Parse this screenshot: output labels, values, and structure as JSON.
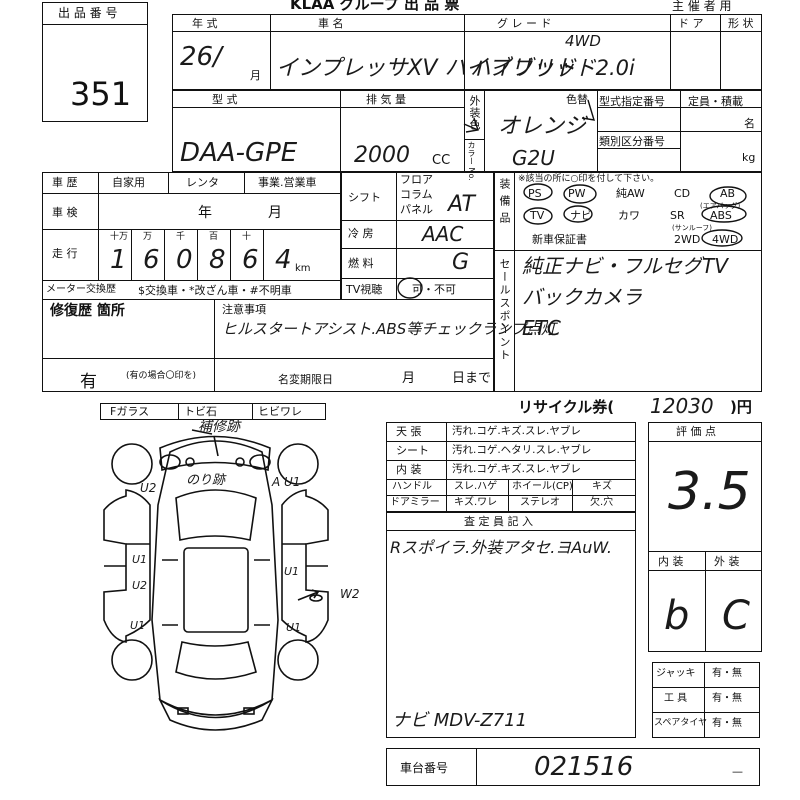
{
  "header": {
    "lot_label": "出 品 番 号",
    "lot_number": "351",
    "auction_name": "KLAA グループ 出 品 票",
    "organizer_label": "主 催 者 用",
    "year_label": "年 式",
    "name_label": "車 名",
    "grade_label": "グ レ ー ド",
    "door_label": "ド ア",
    "body_label": "形 状",
    "month_suffix": "月"
  },
  "vehicle": {
    "year": "26/",
    "name": "インプレッサXV ハイブリッド",
    "grade": "ハイブリッド2.0i",
    "drive_note": "4WD",
    "model_label": "型 式",
    "model": "DAA-GPE",
    "displacement_label": "排 気 量",
    "displacement": "2000",
    "cc_unit": "CC",
    "color_label": "色替",
    "color": "オレンジ",
    "color_no_label": "カラー No.",
    "color_code": "G2U",
    "exterior_label": "外装色",
    "type_spec_label": "型式指定番号",
    "class_label": "類別区分番号",
    "capacity_label": "定員・積載",
    "persons_unit": "名",
    "kg_unit": "kg"
  },
  "history": {
    "history_label": "車 歴",
    "private_label": "自家用",
    "rental_label": "レンタ",
    "business_label": "事業.営業車",
    "inspection_label": "車 検",
    "year_unit": "年",
    "month_unit": "月",
    "mileage_label": "走 行",
    "digit_labels": [
      "十万",
      "万",
      "千",
      "百",
      "十",
      ""
    ],
    "mileage_digits": [
      "1",
      "6",
      "0",
      "8",
      "6",
      "4"
    ],
    "km_unit": "km",
    "meter_label": "メーター交換歴",
    "meter_options": "$交換車・*改ざん車・#不明車"
  },
  "specs": {
    "shift_label": "シフト",
    "shift_options": [
      "フロア",
      "コラム",
      "パネル"
    ],
    "shift": "AT",
    "ac_label": "冷 房",
    "ac": "AAC",
    "fuel_label": "燃 料",
    "fuel": "G",
    "tv_label": "TV視聴",
    "tv_options": "可・不可"
  },
  "equipment": {
    "label": "装備品",
    "note": "※該当の所に○印を付して下さい。",
    "row1": [
      "PS",
      "PW",
      "純AW",
      "CD",
      "AB"
    ],
    "row1_sub": "(エアバッグ)",
    "row2": [
      "TV",
      "ナビ",
      "カワ",
      "SR",
      "ABS"
    ],
    "row2_sub": "(サンルーフ)",
    "row3": [
      "新車保証書",
      "2WD",
      "4WD"
    ],
    "sales_label": "セールスポイント",
    "sales_points": [
      "純正ナビ・フルセグTV",
      "バックカメラ",
      "ETC"
    ]
  },
  "repair": {
    "label": "修復歴 箇所",
    "notes_label": "注意事項",
    "notes": "ヒルスタートアシスト.ABS等チェックランプ点灯",
    "present": "有",
    "circle_note": "(有の場合〇印を)",
    "transfer_label": "名変期限日",
    "month_unit": "月",
    "day_until": "日まで"
  },
  "glass": {
    "label": "Fガラス",
    "options": [
      "トビ石",
      "ヒビワレ"
    ]
  },
  "diagram_notes": {
    "repair_mark": "補修跡",
    "glue": "のり跡",
    "a1": "A U1",
    "left_u2_front": "U2",
    "left_u1": "U1",
    "left_u2": "U2",
    "left_u1b": "U1",
    "door_u1": "U1",
    "door_u1b": "U1",
    "w2": "W2"
  },
  "recycle": {
    "label": "リサイクル券(",
    "amount": "12030",
    "unit": ")円"
  },
  "condition": {
    "rows": [
      {
        "label": "天 張",
        "value": "汚れ.コゲ.キズ.スレ.ヤブレ"
      },
      {
        "label": "シート",
        "value": "汚れ.コゲ.ヘタリ.スレ.ヤブレ"
      },
      {
        "label": "内 装",
        "value": "汚れ.コゲ.キズ.スレ.ヤブレ"
      }
    ],
    "handle_label": "ハンドル",
    "handle_value": "スレ.ハゲ",
    "wheel_label": "ホイール(CP)",
    "wheel_value": "キズ",
    "mirror_label": "ドアミラー",
    "mirror_value": "キズ.ワレ",
    "stereo_label": "ステレオ",
    "stereo_value": "欠.穴"
  },
  "inspector": {
    "label": "査 定 員 記 入",
    "comment": "Rスポイラ.外装アタセ.ヨAuW.",
    "navi": "ナビ MDV-Z711"
  },
  "score": {
    "label": "評 価 点",
    "value": "3.5",
    "interior_label": "内 装",
    "exterior_label": "外 装",
    "interior": "b",
    "exterior": "C"
  },
  "tools": {
    "jack_label": "ジャッキ",
    "tools_label": "工 具",
    "spare_label": "スペアタイヤ",
    "option": "有・無"
  },
  "chassis": {
    "label": "車台番号",
    "number": "021516",
    "suffix": "—"
  }
}
